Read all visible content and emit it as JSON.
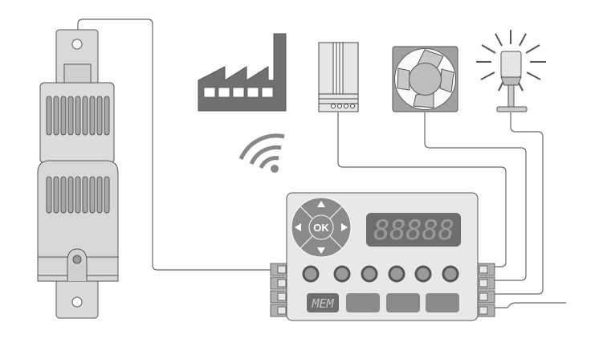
{
  "controller": {
    "ok_label": "OK",
    "display_value": "88888",
    "mem_label": "MEM"
  },
  "colors": {
    "dark_gray": "#6e6e6e",
    "panel": "#e8e8e8",
    "light_gray": "#d4d4d4",
    "line": "#555555"
  }
}
